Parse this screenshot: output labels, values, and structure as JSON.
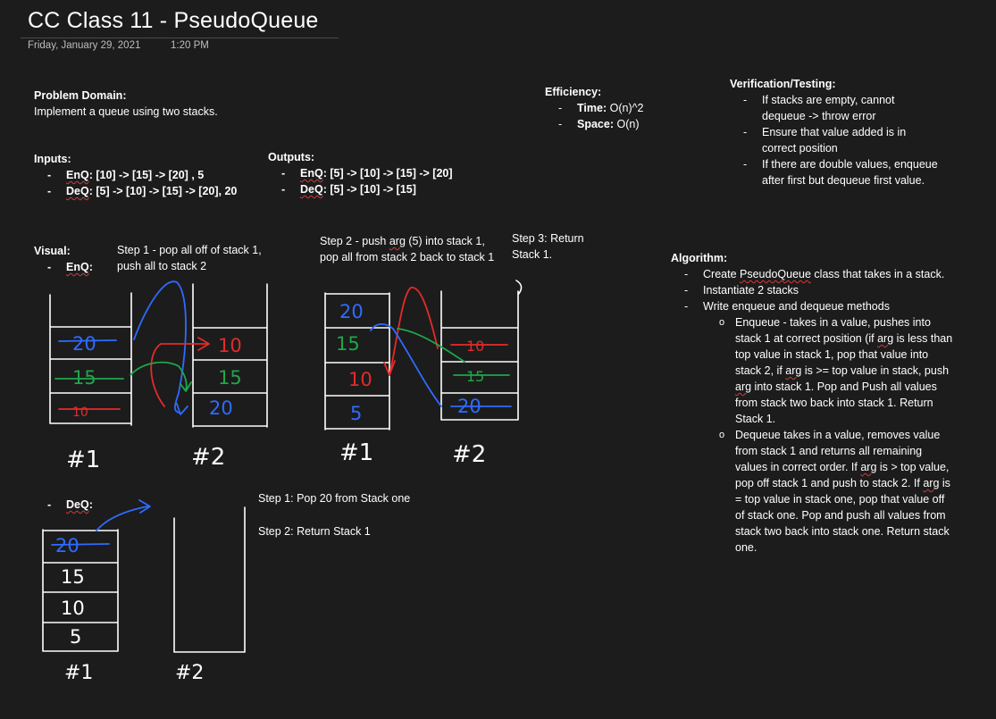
{
  "page": {
    "title": "CC Class 11 - PseudoQueue",
    "date": "Friday, January 29, 2021",
    "time": "1:20 PM"
  },
  "problem": {
    "heading": "Problem Domain:",
    "text": "Implement a queue using two stacks."
  },
  "efficiency": {
    "heading": "Efficiency:",
    "time_label": "Time:",
    "time_value": "O(n)^2",
    "space_label": "Space:",
    "space_value": "O(n)"
  },
  "verification": {
    "heading": "Verification/Testing:",
    "items": [
      "If stacks are empty, cannot dequeue -> throw error",
      "Ensure that value added is in correct position",
      "If there are double values, enqueue after first but dequeue first value."
    ]
  },
  "inputs": {
    "heading": "Inputs:",
    "enq_label": "EnQ",
    "enq_text": ": [10] -> [15] -> [20] , 5",
    "deq_label": "DeQ",
    "deq_text": ": [5] -> [10] -> [15] -> [20], 20"
  },
  "outputs": {
    "heading": "Outputs:",
    "enq_label": "EnQ",
    "enq_text": ": [5] -> [10] -> [15] -> [20]",
    "deq_label": "DeQ",
    "deq_text": ": [5] -> [10] -> [15]"
  },
  "visual": {
    "heading": "Visual:",
    "enq_label": "EnQ",
    "enq_colon": ":",
    "deq_label": "DeQ",
    "deq_colon": ":"
  },
  "steps": {
    "enq_step1": "Step 1 - pop all off of stack 1, push all to stack 2",
    "enq_step2_a": "Step 2 - push ",
    "enq_step2_arg": "arg",
    "enq_step2_b": " (5) into stack 1, pop all from stack 2 back to stack 1",
    "enq_step3": "Step 3: Return Stack 1.",
    "deq_step1": "Step 1: Pop 20 from Stack one",
    "deq_step2": "Step 2: Return Stack 1"
  },
  "algorithm": {
    "heading": "Algorithm:",
    "item1_a": "Create ",
    "item1_word": "PseudoQueue",
    "item1_b": " class that takes in a stack.",
    "item2": "Instantiate 2 stacks",
    "item3": "Write enqueue and dequeue methods",
    "sub1_a": "Enqueue - takes in a value, pushes into stack 1 at correct position (if ",
    "sub1_arg1": "arg",
    "sub1_b": " is less than top value in stack 1, pop that value into stack 2, if ",
    "sub1_arg2": "arg",
    "sub1_c": " is >= top value in stack, push ",
    "sub1_arg3": "arg",
    "sub1_d": " into stack 1. Pop and Push all values from stack two back into stack 1. Return Stack 1.",
    "sub2_a": "Dequeue takes in a value, removes value from stack 1 and returns all remaining values in correct order. If ",
    "sub2_arg1": "arg",
    "sub2_b": " is > top value, pop off stack 1 and push to stack 2. If ",
    "sub2_arg2": "arg",
    "sub2_c": " is = top value in stack one, pop that value off of stack one. Pop and push all values from stack two back into stack one. Return stack one."
  },
  "drawing": {
    "enq_stack1_values": [
      "20",
      "15",
      "10"
    ],
    "enq_stack1_label": "#1",
    "enq_stack2_values": [
      "10",
      "15",
      "20"
    ],
    "enq_stack2_label": "#2",
    "enq2_stack1_values": [
      "20",
      "15",
      "10",
      "5"
    ],
    "enq2_stack1_label": "#1",
    "enq2_stack2_values": [
      "10",
      "15",
      "20"
    ],
    "enq2_stack2_label": "#2",
    "deq_stack1_values": [
      "20",
      "15",
      "10",
      "5"
    ],
    "deq_stack1_label": "#1",
    "deq_stack2_label": "#2",
    "colors": {
      "ink": "#ffffff",
      "blue": "#2f6bff",
      "red": "#e22b2b",
      "green": "#1fa64a",
      "squiggle": "#d43a3a"
    }
  }
}
